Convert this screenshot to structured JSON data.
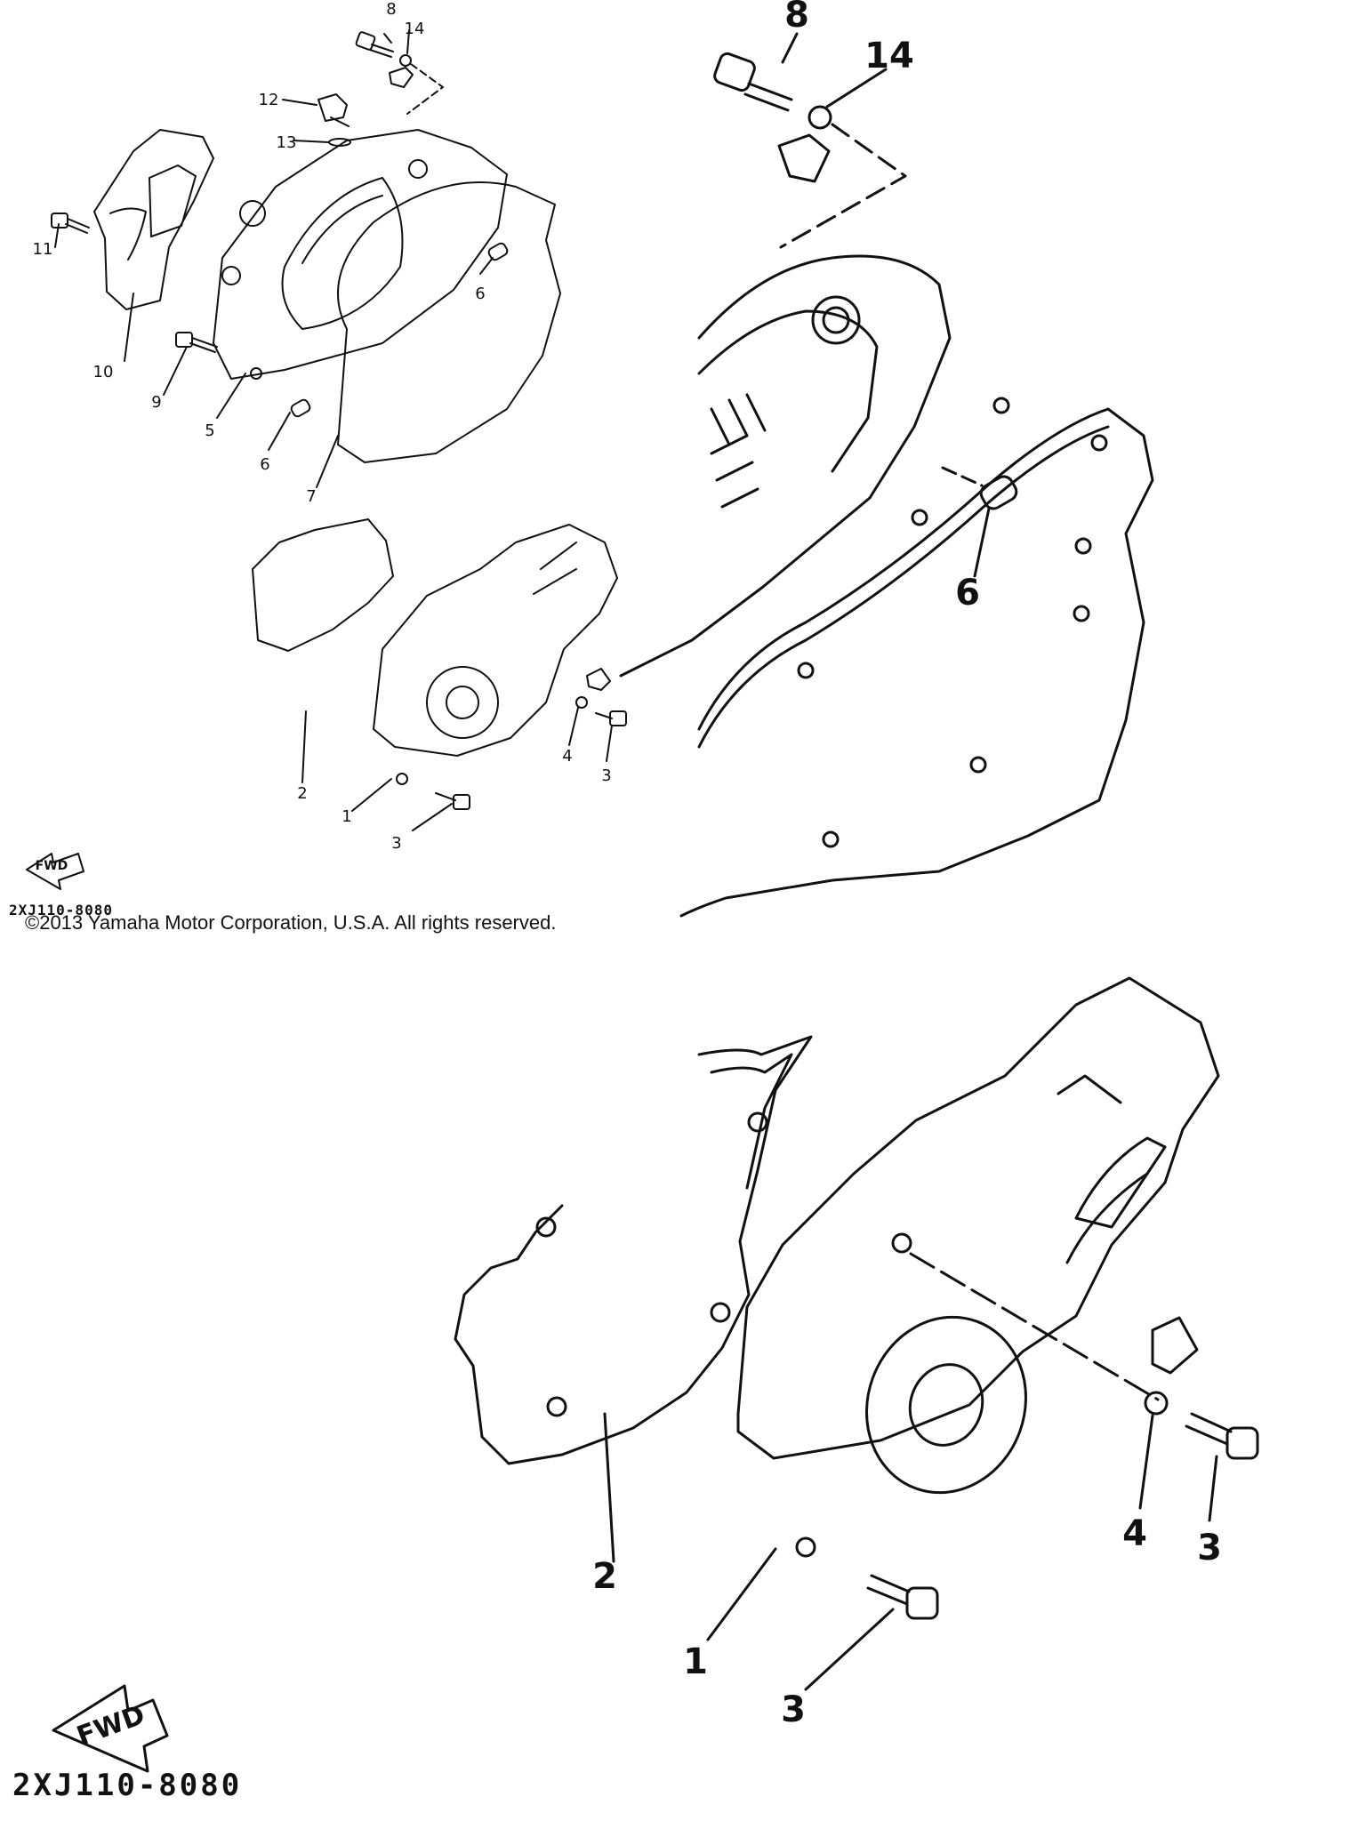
{
  "callouts": {
    "c1": "1",
    "c2": "2",
    "c3": "3",
    "c4": "4",
    "c5": "5",
    "c6": "6",
    "c7": "7",
    "c8": "8",
    "c9": "9",
    "c10": "10",
    "c11": "11",
    "c12": "12",
    "c13": "13",
    "c14": "14"
  },
  "fwd_label": "FWD",
  "diagram_code": "2XJ110-8080",
  "copyright": "©2013 Yamaha Motor Corporation, U.S.A. All rights reserved."
}
